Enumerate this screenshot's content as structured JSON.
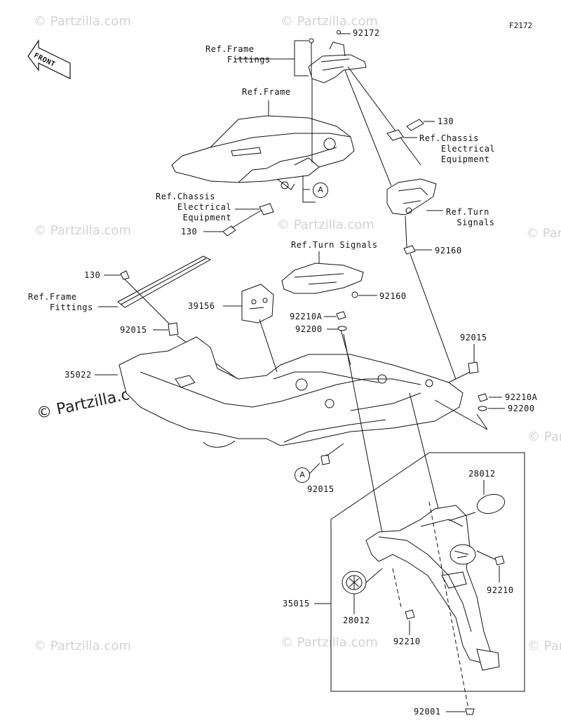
{
  "figure_id": "F2172",
  "direction_label": "FRONT",
  "watermark": "© Partzilla.com",
  "watermark_main": "© Partzilla.com",
  "callout_letter": "A",
  "labels": {
    "p92172": "92172",
    "ref_frame_fittings_top": "Ref.Frame\n    Fittings",
    "ref_frame": "Ref.Frame",
    "p130_top": "130",
    "ref_chassis_right": "Ref.Chassis\n    Electrical\n    Equipment",
    "ref_chassis_left": "Ref.Chassis\n    Electrical\n     Equipment",
    "p130_left": "130",
    "ref_turn_signals_right": "Ref.Turn\n  Signals",
    "ref_turn_signals_center": "Ref.Turn Signals",
    "p92160_right": "92160",
    "p92160_center": "92160",
    "p130_mid": "130",
    "ref_frame_fittings_left": "Ref.Frame\n    Fittings",
    "p39156": "39156",
    "p92210A_center": "92210A",
    "p92200_center": "92200",
    "p92015_left": "92015",
    "p92015_right": "92015",
    "p35022": "35022",
    "p92210A_right": "92210A",
    "p92200_right": "92200",
    "p92015_bottom": "92015",
    "p28012_top": "28012",
    "p35015": "35015",
    "p28012_left": "28012",
    "p92210_right": "92210",
    "p92210_bottom": "92210",
    "p92001": "92001"
  }
}
